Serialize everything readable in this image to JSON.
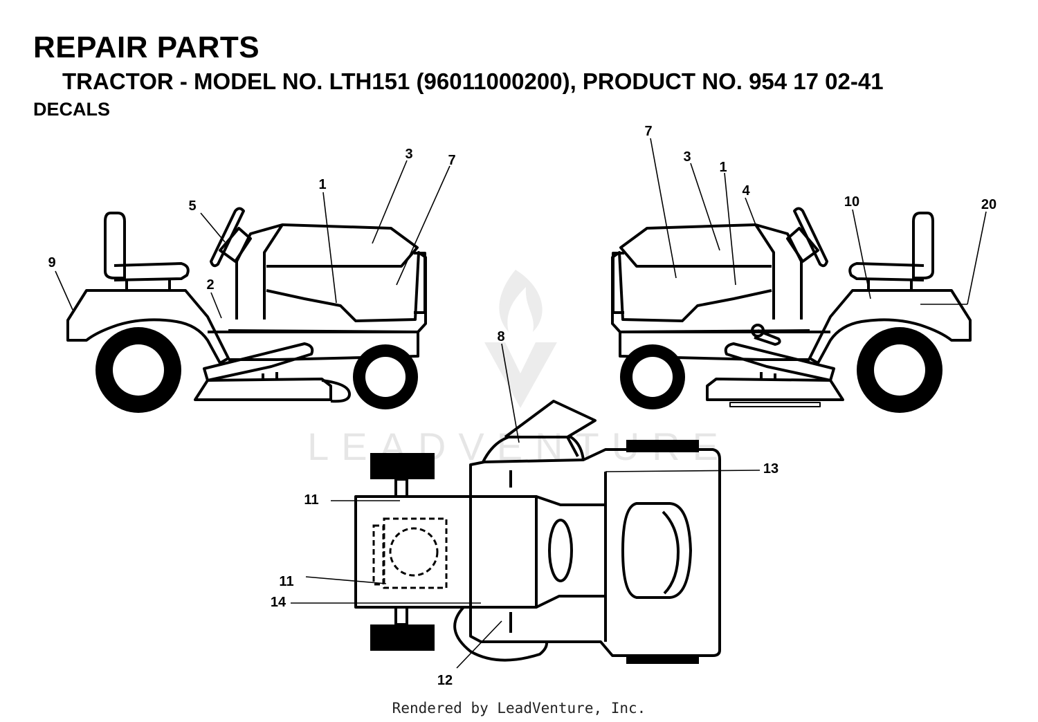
{
  "header": {
    "title": "REPAIR PARTS",
    "subtitle": "TRACTOR - MODEL NO. LTH151 (96011000200), PRODUCT NO. 954 17 02-41",
    "section": "DECALS"
  },
  "watermark": "LEADVENTURE",
  "callouts": {
    "left_view": [
      "9",
      "5",
      "2",
      "1",
      "3",
      "7"
    ],
    "right_view": [
      "7",
      "3",
      "1",
      "4",
      "10",
      "20"
    ],
    "top_view": [
      "8",
      "13",
      "11",
      "11",
      "14",
      "12"
    ]
  },
  "footer": "Rendered by LeadVenture, Inc."
}
